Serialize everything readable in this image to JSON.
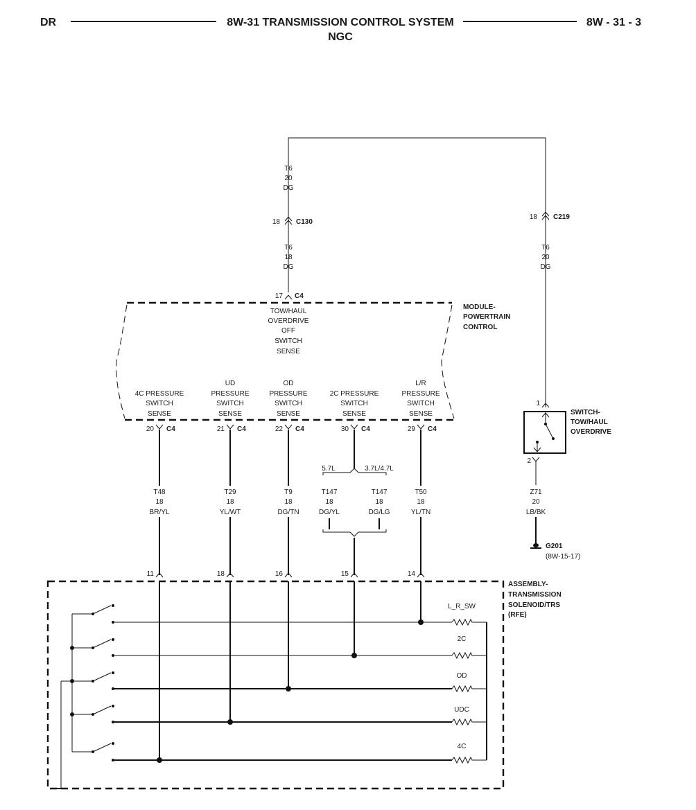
{
  "header": {
    "left": "DR",
    "title": "8W-31 TRANSMISSION CONTROL SYSTEM",
    "subtitle": "NGC",
    "right": "8W - 31 - 3"
  },
  "top_wire": {
    "circuit": "T6",
    "gauge": "20",
    "color": "DG"
  },
  "c130": {
    "pin": "18",
    "name": "C130"
  },
  "c130_wire": {
    "circuit": "T6",
    "gauge": "18",
    "color": "DG"
  },
  "c219": {
    "pin": "18",
    "name": "C219"
  },
  "c219_wire": {
    "circuit": "T6",
    "gauge": "20",
    "color": "DG"
  },
  "pcm": {
    "name_lines": [
      "MODULE-",
      "POWERTRAIN",
      "CONTROL"
    ],
    "c4_top": {
      "pin": "17",
      "name": "C4"
    },
    "towhaul_lines": [
      "TOW/HAUL",
      "OVERDRIVE",
      "OFF",
      "SWITCH",
      "SENSE"
    ],
    "inputs": [
      {
        "lines": [
          "4C PRESSURE",
          "SWITCH",
          "SENSE"
        ],
        "pin": "20",
        "conn": "C4"
      },
      {
        "lines": [
          "UD",
          "PRESSURE",
          "SWITCH",
          "SENSE"
        ],
        "pin": "21",
        "conn": "C4"
      },
      {
        "lines": [
          "OD",
          "PRESSURE",
          "SWITCH",
          "SENSE"
        ],
        "pin": "22",
        "conn": "C4"
      },
      {
        "lines": [
          "2C PRESSURE",
          "SWITCH",
          "SENSE"
        ],
        "pin": "30",
        "conn": "C4"
      },
      {
        "lines": [
          "L/R",
          "PRESSURE",
          "SWITCH",
          "SENSE"
        ],
        "pin": "29",
        "conn": "C4"
      }
    ]
  },
  "wires": [
    {
      "circuit": "T48",
      "gauge": "18",
      "color": "BR/YL",
      "tcm_pin": "11"
    },
    {
      "circuit": "T29",
      "gauge": "18",
      "color": "YL/WT",
      "tcm_pin": "18"
    },
    {
      "circuit": "T9",
      "gauge": "18",
      "color": "DG/TN",
      "tcm_pin": "16"
    },
    {
      "circuit": "T50",
      "gauge": "18",
      "color": "YL/TN",
      "tcm_pin": "14"
    }
  ],
  "split": {
    "left_label": "5.7L",
    "right_label": "3.7L/4.7L",
    "left_wire": {
      "circuit": "T147",
      "gauge": "18",
      "color": "DG/YL"
    },
    "right_wire": {
      "circuit": "T147",
      "gauge": "18",
      "color": "DG/LG"
    },
    "tcm_pin": "15"
  },
  "switch": {
    "name_lines": [
      "SWITCH-",
      "TOW/HAUL",
      "OVERDRIVE"
    ],
    "pin_top": "1",
    "pin_bottom": "2"
  },
  "ground_wire": {
    "circuit": "Z71",
    "gauge": "20",
    "color": "LB/BK"
  },
  "ground": {
    "name": "G201",
    "ref": "(8W-15-17)"
  },
  "tcm": {
    "name_lines": [
      "ASSEMBLY-",
      "TRANSMISSION",
      "SOLENOID/TRS",
      "(RFE)"
    ],
    "solenoids": [
      "L_R_SW",
      "2C",
      "OD",
      "UDC",
      "4C"
    ]
  }
}
